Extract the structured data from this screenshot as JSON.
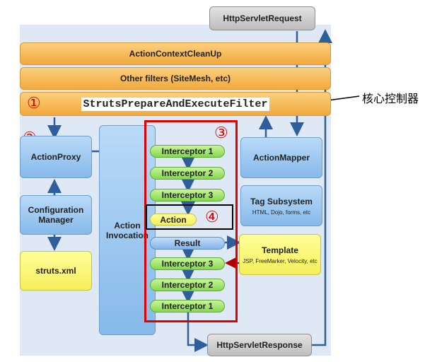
{
  "request": "HttpServletRequest",
  "response": "HttpServletResponse",
  "filters": {
    "cleanup": "ActionContextCleanUp",
    "other": "Other filters (SiteMesh, etc)",
    "prepare": "StrutsPrepareAndExecuteFilter"
  },
  "callout": "核心控制器",
  "markers": {
    "m1": "①",
    "m2": "②",
    "m3": "③",
    "m4": "④"
  },
  "left": {
    "proxy": "ActionProxy",
    "config_line1": "Configuration",
    "config_line2": "Manager",
    "struts_xml": "struts.xml"
  },
  "invocation": {
    "line1": "Action",
    "line2": "Invocation"
  },
  "chain": {
    "i1_top": "Interceptor 1",
    "i2_top": "Interceptor 2",
    "i3_top": "Interceptor 3",
    "action": "Action",
    "result": "Result",
    "i3_bottom": "Interceptor 3",
    "i2_bottom": "Interceptor 2",
    "i1_bottom": "Interceptor 1"
  },
  "right": {
    "mapper": "ActionMapper",
    "tag_title": "Tag Subsystem",
    "tag_sub": "HTML, Dojo, forms, etc",
    "template_title": "Template",
    "template_sub": "JSP, FreeMarker, Velocity, etc"
  },
  "colors": {
    "highlight_red": "#e00000",
    "arrow_blue": "#2e5f9c"
  }
}
